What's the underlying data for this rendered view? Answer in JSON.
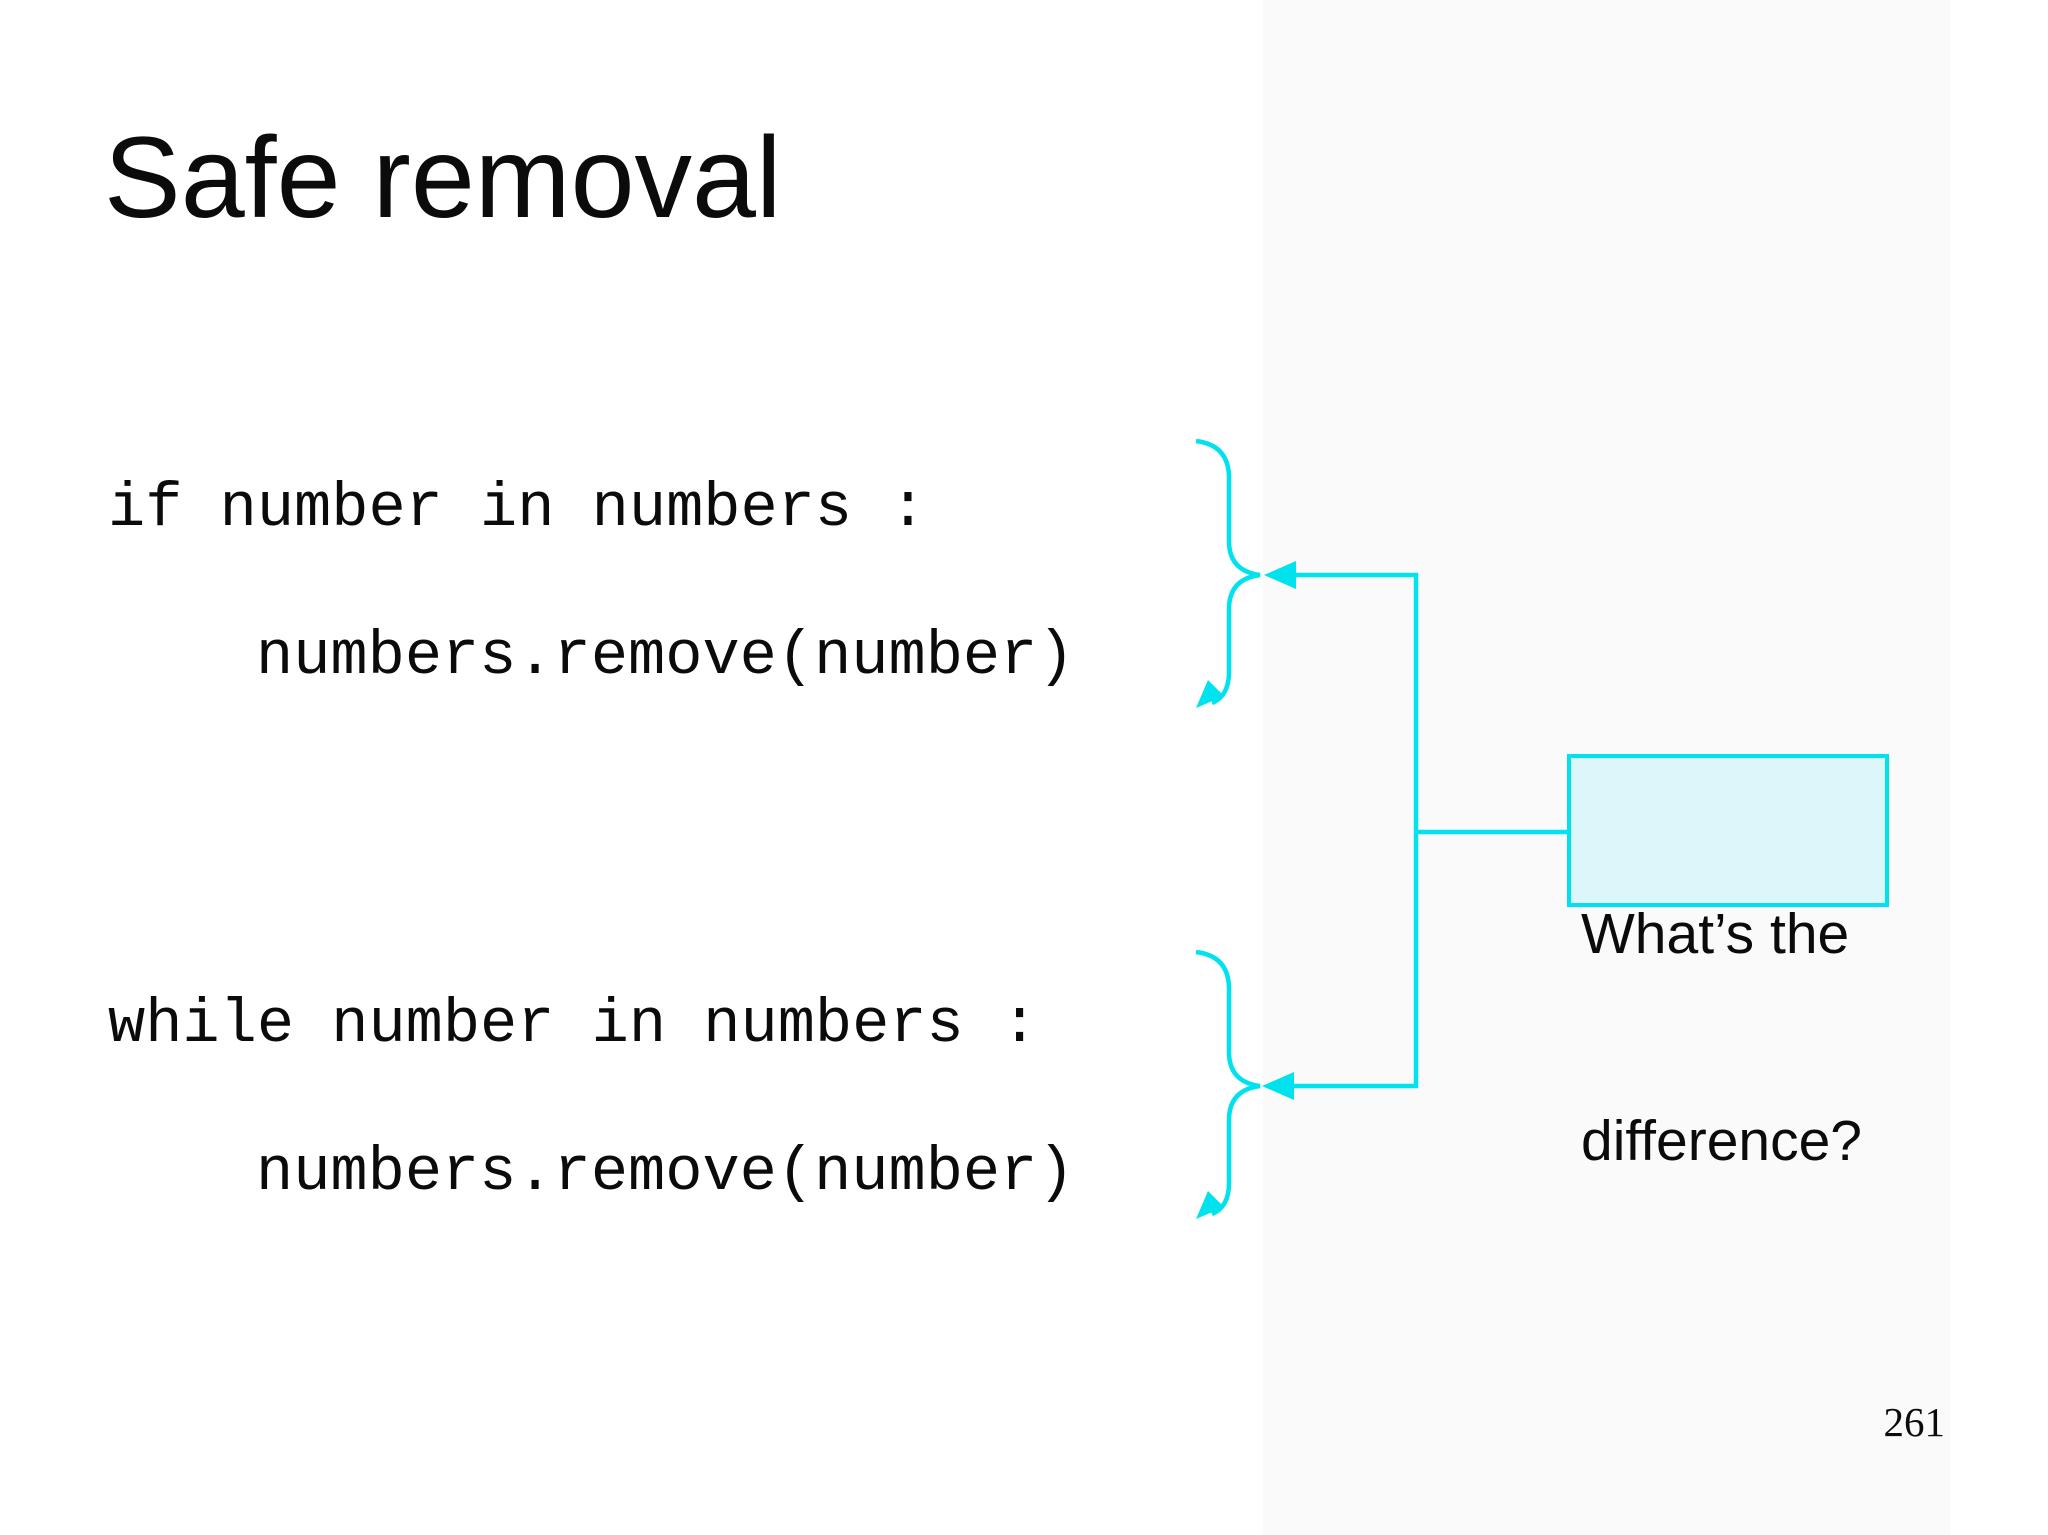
{
  "slide": {
    "title": "Safe removal",
    "page_number": "261",
    "code_block_1": {
      "line_1": "if number in numbers :",
      "line_2": "numbers.remove(number)"
    },
    "code_block_2": {
      "line_1": "while number in numbers :",
      "line_2": "numbers.remove(number)"
    },
    "callout": {
      "line_1": "What’s the",
      "line_2": "difference?"
    },
    "colors": {
      "accent_cyan": "#00e2ee",
      "callout_fill": "#dbf7fa",
      "panel_gray": "#fafafb",
      "text": "#0b0b0b"
    }
  }
}
